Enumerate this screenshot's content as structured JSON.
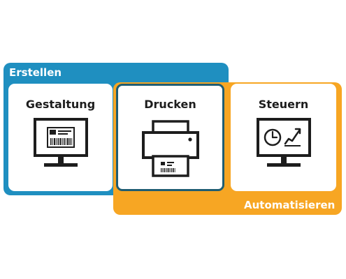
{
  "groups": {
    "erstellen": {
      "label": "Erstellen",
      "color": "#1f8fc0"
    },
    "automatisieren": {
      "label": "Automatisieren",
      "color": "#f7a623"
    }
  },
  "panels": [
    {
      "title": "Gestaltung",
      "icon": "monitor-barcode-label-icon"
    },
    {
      "title": "Drucken",
      "icon": "printer-icon"
    },
    {
      "title": "Steuern",
      "icon": "monitor-clock-chart-icon"
    }
  ]
}
